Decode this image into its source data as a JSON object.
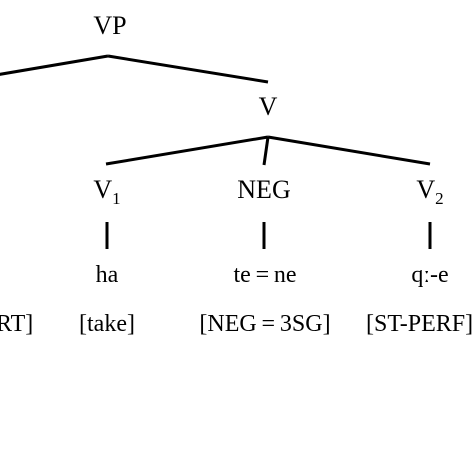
{
  "tree": {
    "root_label": "VP",
    "v_label": "V",
    "v1": {
      "label": "V",
      "subscript": "1",
      "form": "ha",
      "gloss": "[take]"
    },
    "neg": {
      "label": "NEG",
      "form": "te = ne",
      "gloss": "[NEG = 3SG]"
    },
    "v2": {
      "label": "V",
      "subscript": "2",
      "form": "qː-e",
      "gloss": "[ST-PERF]"
    },
    "left_gloss_fragment": "RT]"
  },
  "colors": {
    "ink": "#000000",
    "background": "#ffffff"
  }
}
